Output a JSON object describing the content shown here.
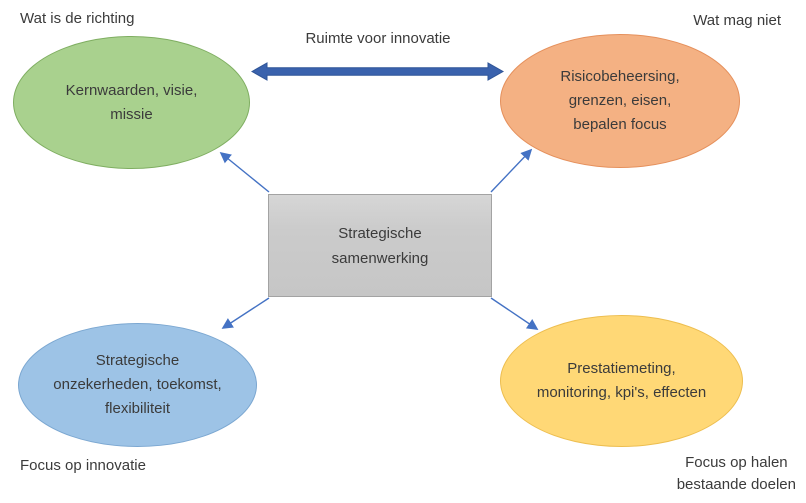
{
  "diagram_title": "Strategische samenwerking",
  "corner_labels": {
    "top_left": "Wat is de richting",
    "top_right": "Wat mag niet",
    "bottom_left": "Focus op innovatie",
    "bottom_right_lines": [
      "Focus op halen",
      "bestaande doelen"
    ]
  },
  "top_arrow": {
    "label": "Ruimte voor innovatie",
    "type": "double-headed",
    "color": "#3a62ad",
    "border_color": "#2f5597"
  },
  "center_box": {
    "lines": [
      "Strategische",
      "samenwerking"
    ],
    "fill": "#cbcbcb",
    "border": "#a3a3a3"
  },
  "ellipses": [
    {
      "id": "kernwaarden",
      "position": "top-left",
      "fill": "#a9d18e",
      "border": "#7fae61",
      "lines": [
        "Kernwaarden, visie,",
        "missie"
      ]
    },
    {
      "id": "risicobeheersing",
      "position": "top-right",
      "fill": "#f4b183",
      "border": "#e5905c",
      "lines": [
        "Risicobeheersing,",
        "grenzen, eisen,",
        "bepalen focus"
      ]
    },
    {
      "id": "strategische-onzekerheden",
      "position": "bottom-left",
      "fill": "#9dc3e6",
      "border": "#7ba7d1",
      "lines": [
        "Strategische",
        "onzekerheden, toekomst,",
        "flexibiliteit"
      ]
    },
    {
      "id": "prestatiemeting",
      "position": "bottom-right",
      "fill": "#ffd876",
      "border": "#edbe50",
      "lines": [
        "Prestatiemeting,",
        "monitoring, kpi's, effecten"
      ]
    }
  ],
  "connectors": [
    {
      "from": "center-box",
      "to": "kernwaarden",
      "color": "#4472c4"
    },
    {
      "from": "center-box",
      "to": "risicobeheersing",
      "color": "#4472c4"
    },
    {
      "from": "center-box",
      "to": "strategische-onzekerheden",
      "color": "#4472c4"
    },
    {
      "from": "center-box",
      "to": "prestatiemeting",
      "color": "#4472c4"
    }
  ],
  "colors": {
    "background": "#ffffff",
    "text": "#3b3b3b"
  }
}
